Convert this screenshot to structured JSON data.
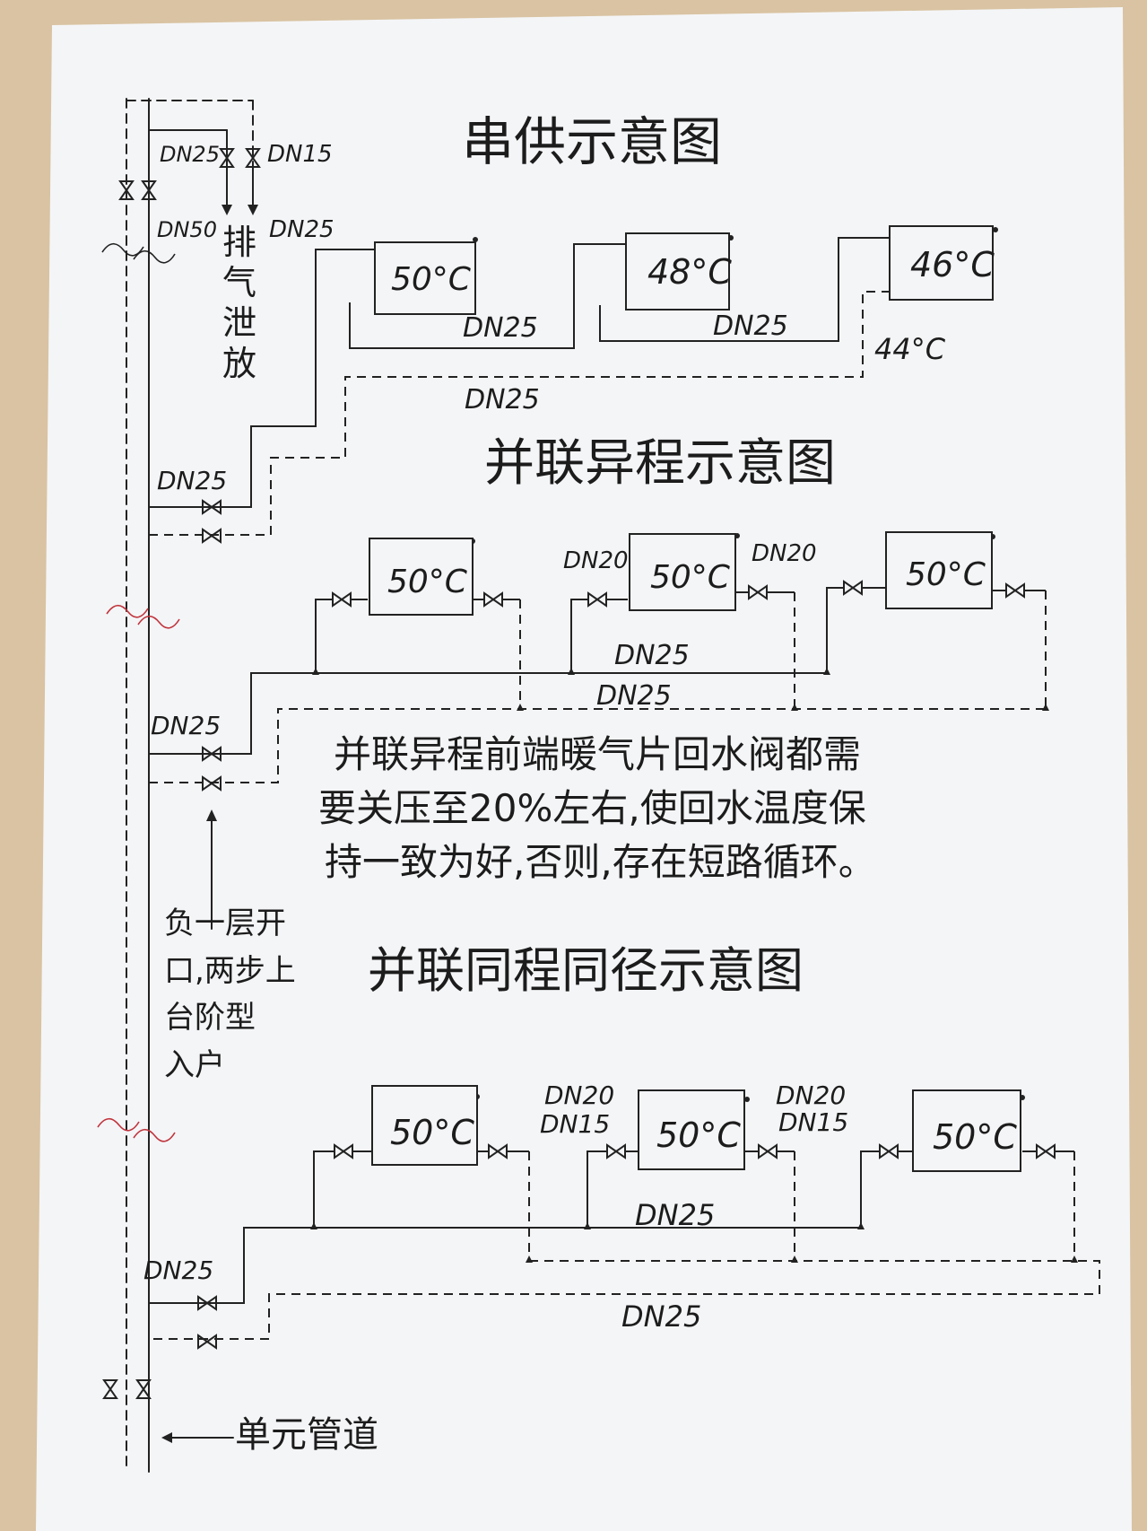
{
  "titles": {
    "series": "串供示意图",
    "parallel_reverse": "并联异程示意图",
    "parallel_direct": "并联同程同径示意图"
  },
  "riser": {
    "dn15": "DN15",
    "dn25_vent": "DN25",
    "dn50": "DN50",
    "dn25_top": "DN25",
    "vent_note": [
      "排",
      "气",
      "泄",
      "放"
    ],
    "entry_note": [
      "负一层开",
      "口,两步上",
      "台阶型",
      "入户"
    ],
    "pipe_note": "单元管道"
  },
  "series": {
    "temps": [
      "50°C",
      "48°C",
      "46°C"
    ],
    "return_temp": "44°C",
    "labels": [
      "DN25",
      "DN25",
      "DN25",
      "DN25"
    ]
  },
  "parallel_reverse": {
    "temps": [
      "50°C",
      "50°C",
      "50°C"
    ],
    "branch_labels": [
      "DN20",
      "DN20"
    ],
    "main_labels": [
      "DN25",
      "DN25",
      "DN25"
    ]
  },
  "note": [
    "并联异程前端暖气片回水阀都需",
    "要关压至20%左右,使回水温度保",
    "持一致为好,否则,存在短路循环。"
  ],
  "parallel_direct": {
    "temps": [
      "50°C",
      "50°C",
      "50°C"
    ],
    "branch_labels": [
      "DN20",
      "DN15",
      "DN20",
      "DN15"
    ],
    "main_labels": [
      "DN25",
      "DN25",
      "DN25"
    ]
  }
}
